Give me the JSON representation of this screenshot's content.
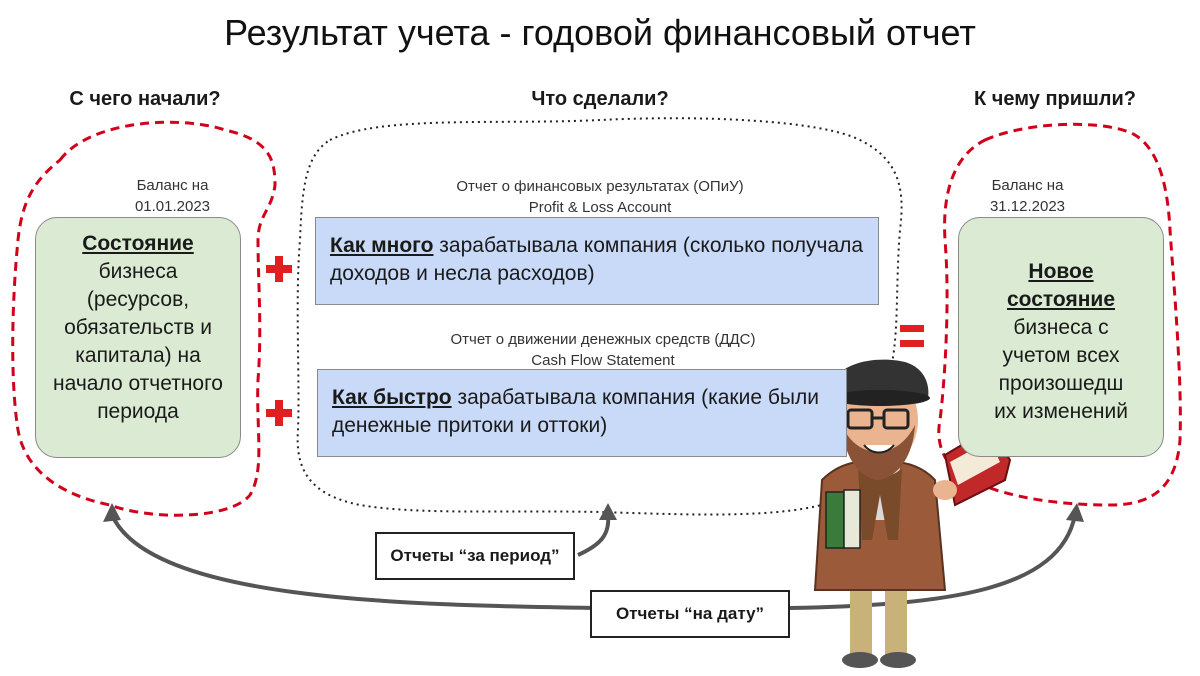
{
  "title": "Результат учета - годовой финансовый отчет",
  "headings": {
    "left": "С чего начали?",
    "center": "Что сделали?",
    "right": "К чему пришли?"
  },
  "left": {
    "caption_line1": "Баланс на",
    "caption_line2": "01.01.2023",
    "box_bold": "Состояние",
    "box_text": "бизнеса (ресурсов, обязательств и капитала) на начало отчетного периода"
  },
  "center_top": {
    "caption_line1": "Отчет о финансовых результатах (ОПиУ)",
    "caption_line2": "Profit & Loss Account",
    "box_bold": "Как много",
    "box_text": " зарабатывала компания (сколько получала доходов и несла расходов)"
  },
  "center_bottom": {
    "caption_line1": "Отчет о движении денежных средств (ДДС)",
    "caption_line2": "Cash Flow Statement",
    "box_bold": "Как быстро",
    "box_text": " зарабатывала компания (какие были денежные притоки и оттоки)"
  },
  "right": {
    "caption_line1": "Баланс на",
    "caption_line2": "31.12.2023",
    "box_bold": "Новое состояние",
    "box_text": "бизнеса с учетом всех произошедш их изменений"
  },
  "labels": {
    "period": "Отчеты “за период”",
    "date": "Отчеты “на дату”"
  },
  "colors": {
    "dashed_outline": "#d0021b",
    "plus_equals": "#e02020",
    "green_box": "#dbead3",
    "blue_box": "#c9daf8",
    "arrow": "#555555"
  }
}
